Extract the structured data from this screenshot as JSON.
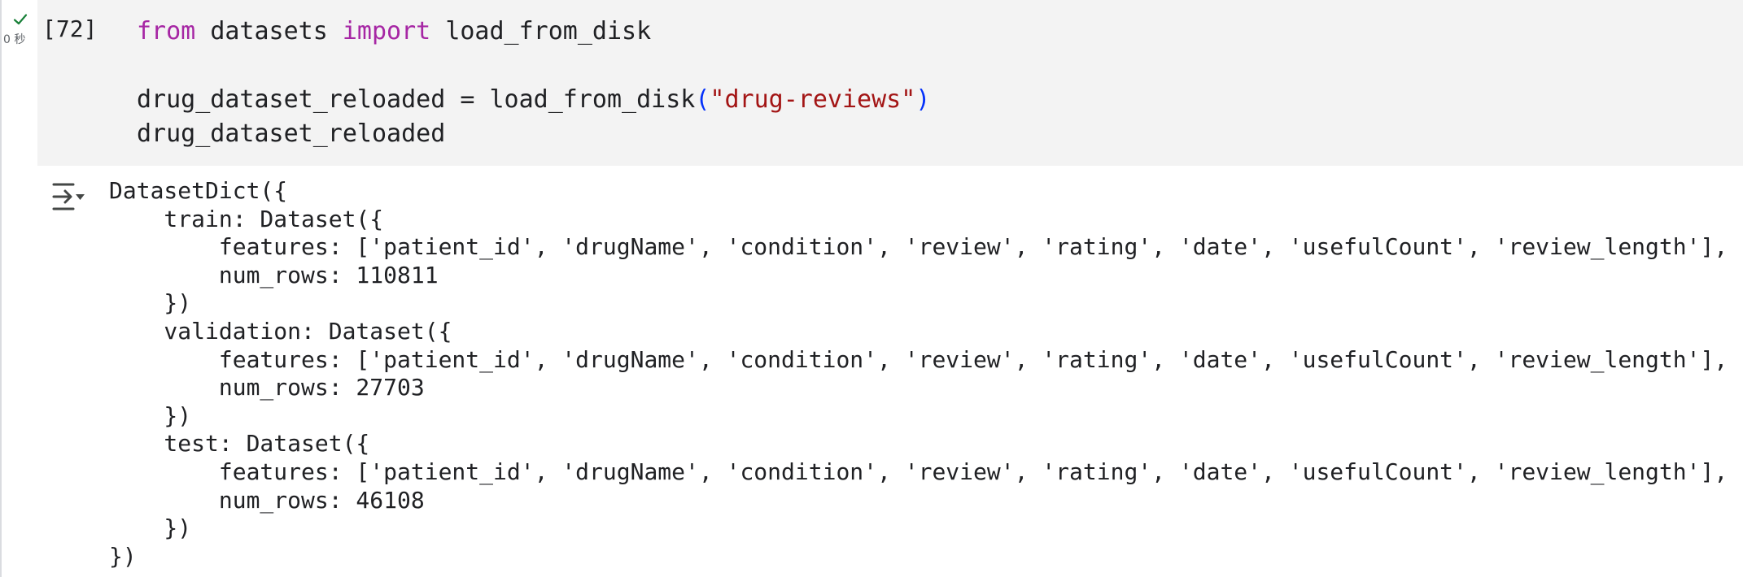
{
  "cell": {
    "execution_count": "[72]",
    "execution_time": "0 秒",
    "status_icon": "check-icon",
    "code": {
      "line1": {
        "kw_from": "from",
        "module": "datasets",
        "kw_import": "import",
        "name": "load_from_disk"
      },
      "line3": {
        "lhs": "drug_dataset_reloaded = load_from_disk",
        "open_paren": "(",
        "arg": "\"drug-reviews\"",
        "close_paren": ")"
      },
      "line4": "drug_dataset_reloaded"
    }
  },
  "output": {
    "icon": "output-collapse-icon",
    "lines": [
      "DatasetDict({",
      "    train: Dataset({",
      "        features: ['patient_id', 'drugName', 'condition', 'review', 'rating', 'date', 'usefulCount', 'review_length'],",
      "        num_rows: 110811",
      "    })",
      "    validation: Dataset({",
      "        features: ['patient_id', 'drugName', 'condition', 'review', 'rating', 'date', 'usefulCount', 'review_length'],",
      "        num_rows: 27703",
      "    })",
      "    test: Dataset({",
      "        features: ['patient_id', 'drugName', 'condition', 'review', 'rating', 'date', 'usefulCount', 'review_length'],",
      "        num_rows: 46108",
      "    })",
      "})"
    ]
  },
  "colors": {
    "keyword": "#a626a4",
    "string": "#a31515",
    "paren": "#0431fa",
    "check": "#188038",
    "cell_background": "#f3f3f3"
  }
}
